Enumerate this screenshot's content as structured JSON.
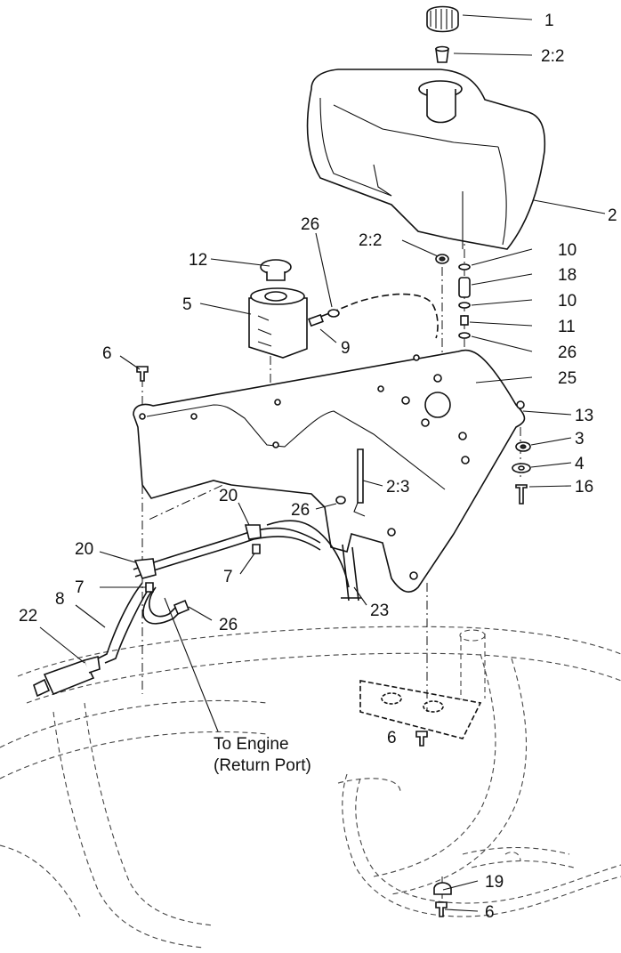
{
  "callouts": {
    "c1": "1",
    "c2_2a": "2:2",
    "c2": "2",
    "c26a": "26",
    "c2_2b": "2:2",
    "c10a": "10",
    "c12": "12",
    "c18": "18",
    "c5": "5",
    "c10b": "10",
    "c11": "11",
    "c9": "9",
    "c26b": "26",
    "c6a": "6",
    "c25": "25",
    "c13": "13",
    "c3": "3",
    "c4": "4",
    "c16": "16",
    "c2_3": "2:3",
    "c20a": "20",
    "c26c": "26",
    "c20b": "20",
    "c7a": "7",
    "c7b": "7",
    "c23": "23",
    "c8": "8",
    "c26d": "26",
    "c22": "22",
    "c6b": "6",
    "c19": "19",
    "c6c": "6"
  },
  "note": {
    "line1": "To Engine",
    "line2": "(Return Port)"
  }
}
